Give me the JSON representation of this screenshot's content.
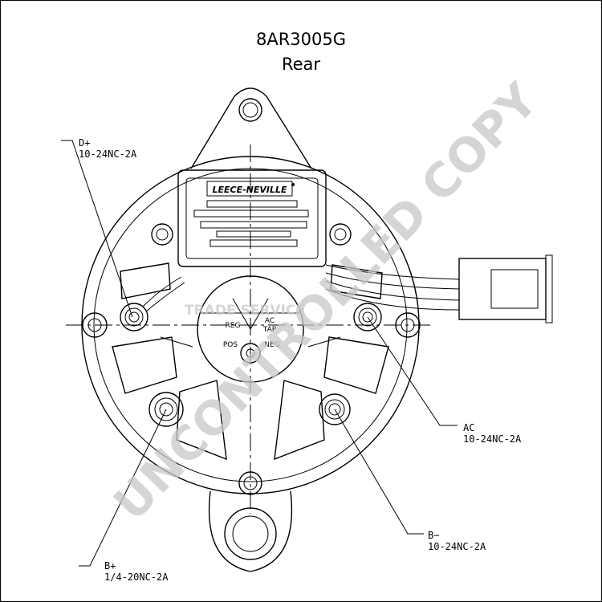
{
  "title": "8AR3005G",
  "subtitle": "Rear",
  "callouts": {
    "dplus": {
      "name": "D+",
      "spec": "10-24NC-2A"
    },
    "ac": {
      "name": "AC",
      "spec": "10-24NC-2A"
    },
    "bminus": {
      "name": "B−",
      "spec": "10-24NC-2A"
    },
    "bplus": {
      "name": "B+",
      "spec": "1/4-20NC-2A"
    }
  },
  "regulator": {
    "brand": "LEECE-NEVILLE"
  },
  "terminal_labels": {
    "reg": "REG",
    "ac": "AC",
    "tap": "TAP",
    "pos": "POS",
    "neg": "NEG"
  },
  "watermark": {
    "main": "UNCONTROLLED COPY",
    "secondary": "TRADE SERVICE"
  }
}
